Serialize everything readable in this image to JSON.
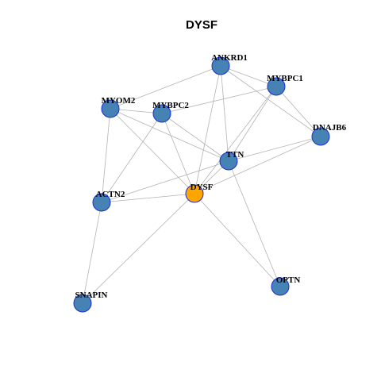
{
  "title": "DYSF",
  "colors": {
    "gene_fill": "#4682b4",
    "focus_fill": "#ffa500",
    "node_border": "#1a2fd6",
    "edge": "#b3b3b3"
  },
  "nodes": [
    {
      "id": "ANKRD1",
      "label": "ANKRD1",
      "focus": false
    },
    {
      "id": "MYBPC1",
      "label": "MYBPC1",
      "focus": false
    },
    {
      "id": "MYOM2",
      "label": "MYOM2",
      "focus": false
    },
    {
      "id": "MYBPC2",
      "label": "MYBPC2",
      "focus": false
    },
    {
      "id": "DNAJB6",
      "label": "DNAJB6",
      "focus": false
    },
    {
      "id": "TTN",
      "label": "TTN",
      "focus": false
    },
    {
      "id": "DYSF",
      "label": "DYSF",
      "focus": true
    },
    {
      "id": "ACTN2",
      "label": "ACTN2",
      "focus": false
    },
    {
      "id": "OPTN",
      "label": "OPTN",
      "focus": false
    },
    {
      "id": "SNAPIN",
      "label": "SNAPIN",
      "focus": false
    }
  ],
  "edges": [
    [
      "ANKRD1",
      "MYOM2"
    ],
    [
      "ANKRD1",
      "MYBPC1"
    ],
    [
      "ANKRD1",
      "DNAJB6"
    ],
    [
      "ANKRD1",
      "TTN"
    ],
    [
      "ANKRD1",
      "DYSF"
    ],
    [
      "MYBPC1",
      "MYBPC2"
    ],
    [
      "MYBPC1",
      "DNAJB6"
    ],
    [
      "MYBPC1",
      "TTN"
    ],
    [
      "MYBPC1",
      "DYSF"
    ],
    [
      "MYOM2",
      "MYBPC2"
    ],
    [
      "MYOM2",
      "TTN"
    ],
    [
      "MYOM2",
      "ACTN2"
    ],
    [
      "MYOM2",
      "DYSF"
    ],
    [
      "MYBPC2",
      "TTN"
    ],
    [
      "MYBPC2",
      "ACTN2"
    ],
    [
      "MYBPC2",
      "DYSF"
    ],
    [
      "DNAJB6",
      "TTN"
    ],
    [
      "DNAJB6",
      "DYSF"
    ],
    [
      "TTN",
      "ACTN2"
    ],
    [
      "TTN",
      "DYSF"
    ],
    [
      "TTN",
      "OPTN"
    ],
    [
      "DYSF",
      "ACTN2"
    ],
    [
      "DYSF",
      "OPTN"
    ],
    [
      "DYSF",
      "SNAPIN"
    ],
    [
      "ACTN2",
      "SNAPIN"
    ]
  ]
}
